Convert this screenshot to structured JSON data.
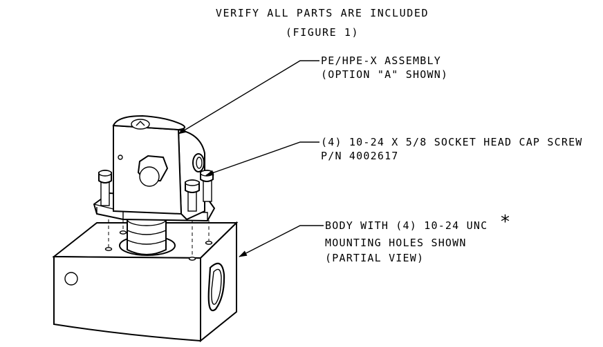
{
  "title": {
    "line1": "VERIFY ALL PARTS ARE INCLUDED",
    "line2": "(FIGURE 1)"
  },
  "callouts": [
    {
      "line1": "PE/HPE-X ASSEMBLY",
      "line2": "(OPTION \"A\" SHOWN)"
    },
    {
      "line1": "(4) 10-24 X 5/8 SOCKET HEAD CAP SCREW",
      "line2": "P/N 4002617"
    },
    {
      "line1": "BODY WITH (4) 10-24 UNC",
      "line2": "MOUNTING HOLES SHOWN",
      "line3": "(PARTIAL VIEW)",
      "mark": "*"
    }
  ]
}
